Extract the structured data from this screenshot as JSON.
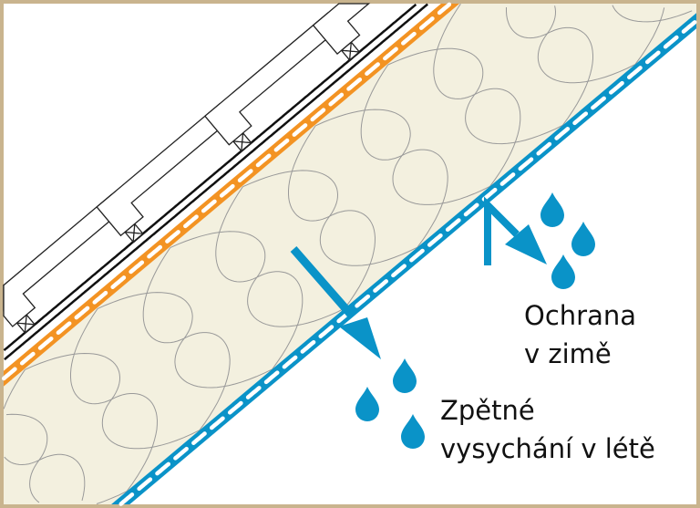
{
  "labels": {
    "winter": [
      "Ochrana",
      "v zimě"
    ],
    "summer": [
      "Zpětné",
      "vysychání v létě"
    ]
  },
  "colors": {
    "frame": "#c9b48e",
    "vapor_membrane": "#0a93c8",
    "roof_membrane": "#f39323",
    "insulation": "#f3f0df",
    "water": "#0a93c8"
  },
  "icons": [
    "water-drop-icon",
    "arrow-icon"
  ]
}
